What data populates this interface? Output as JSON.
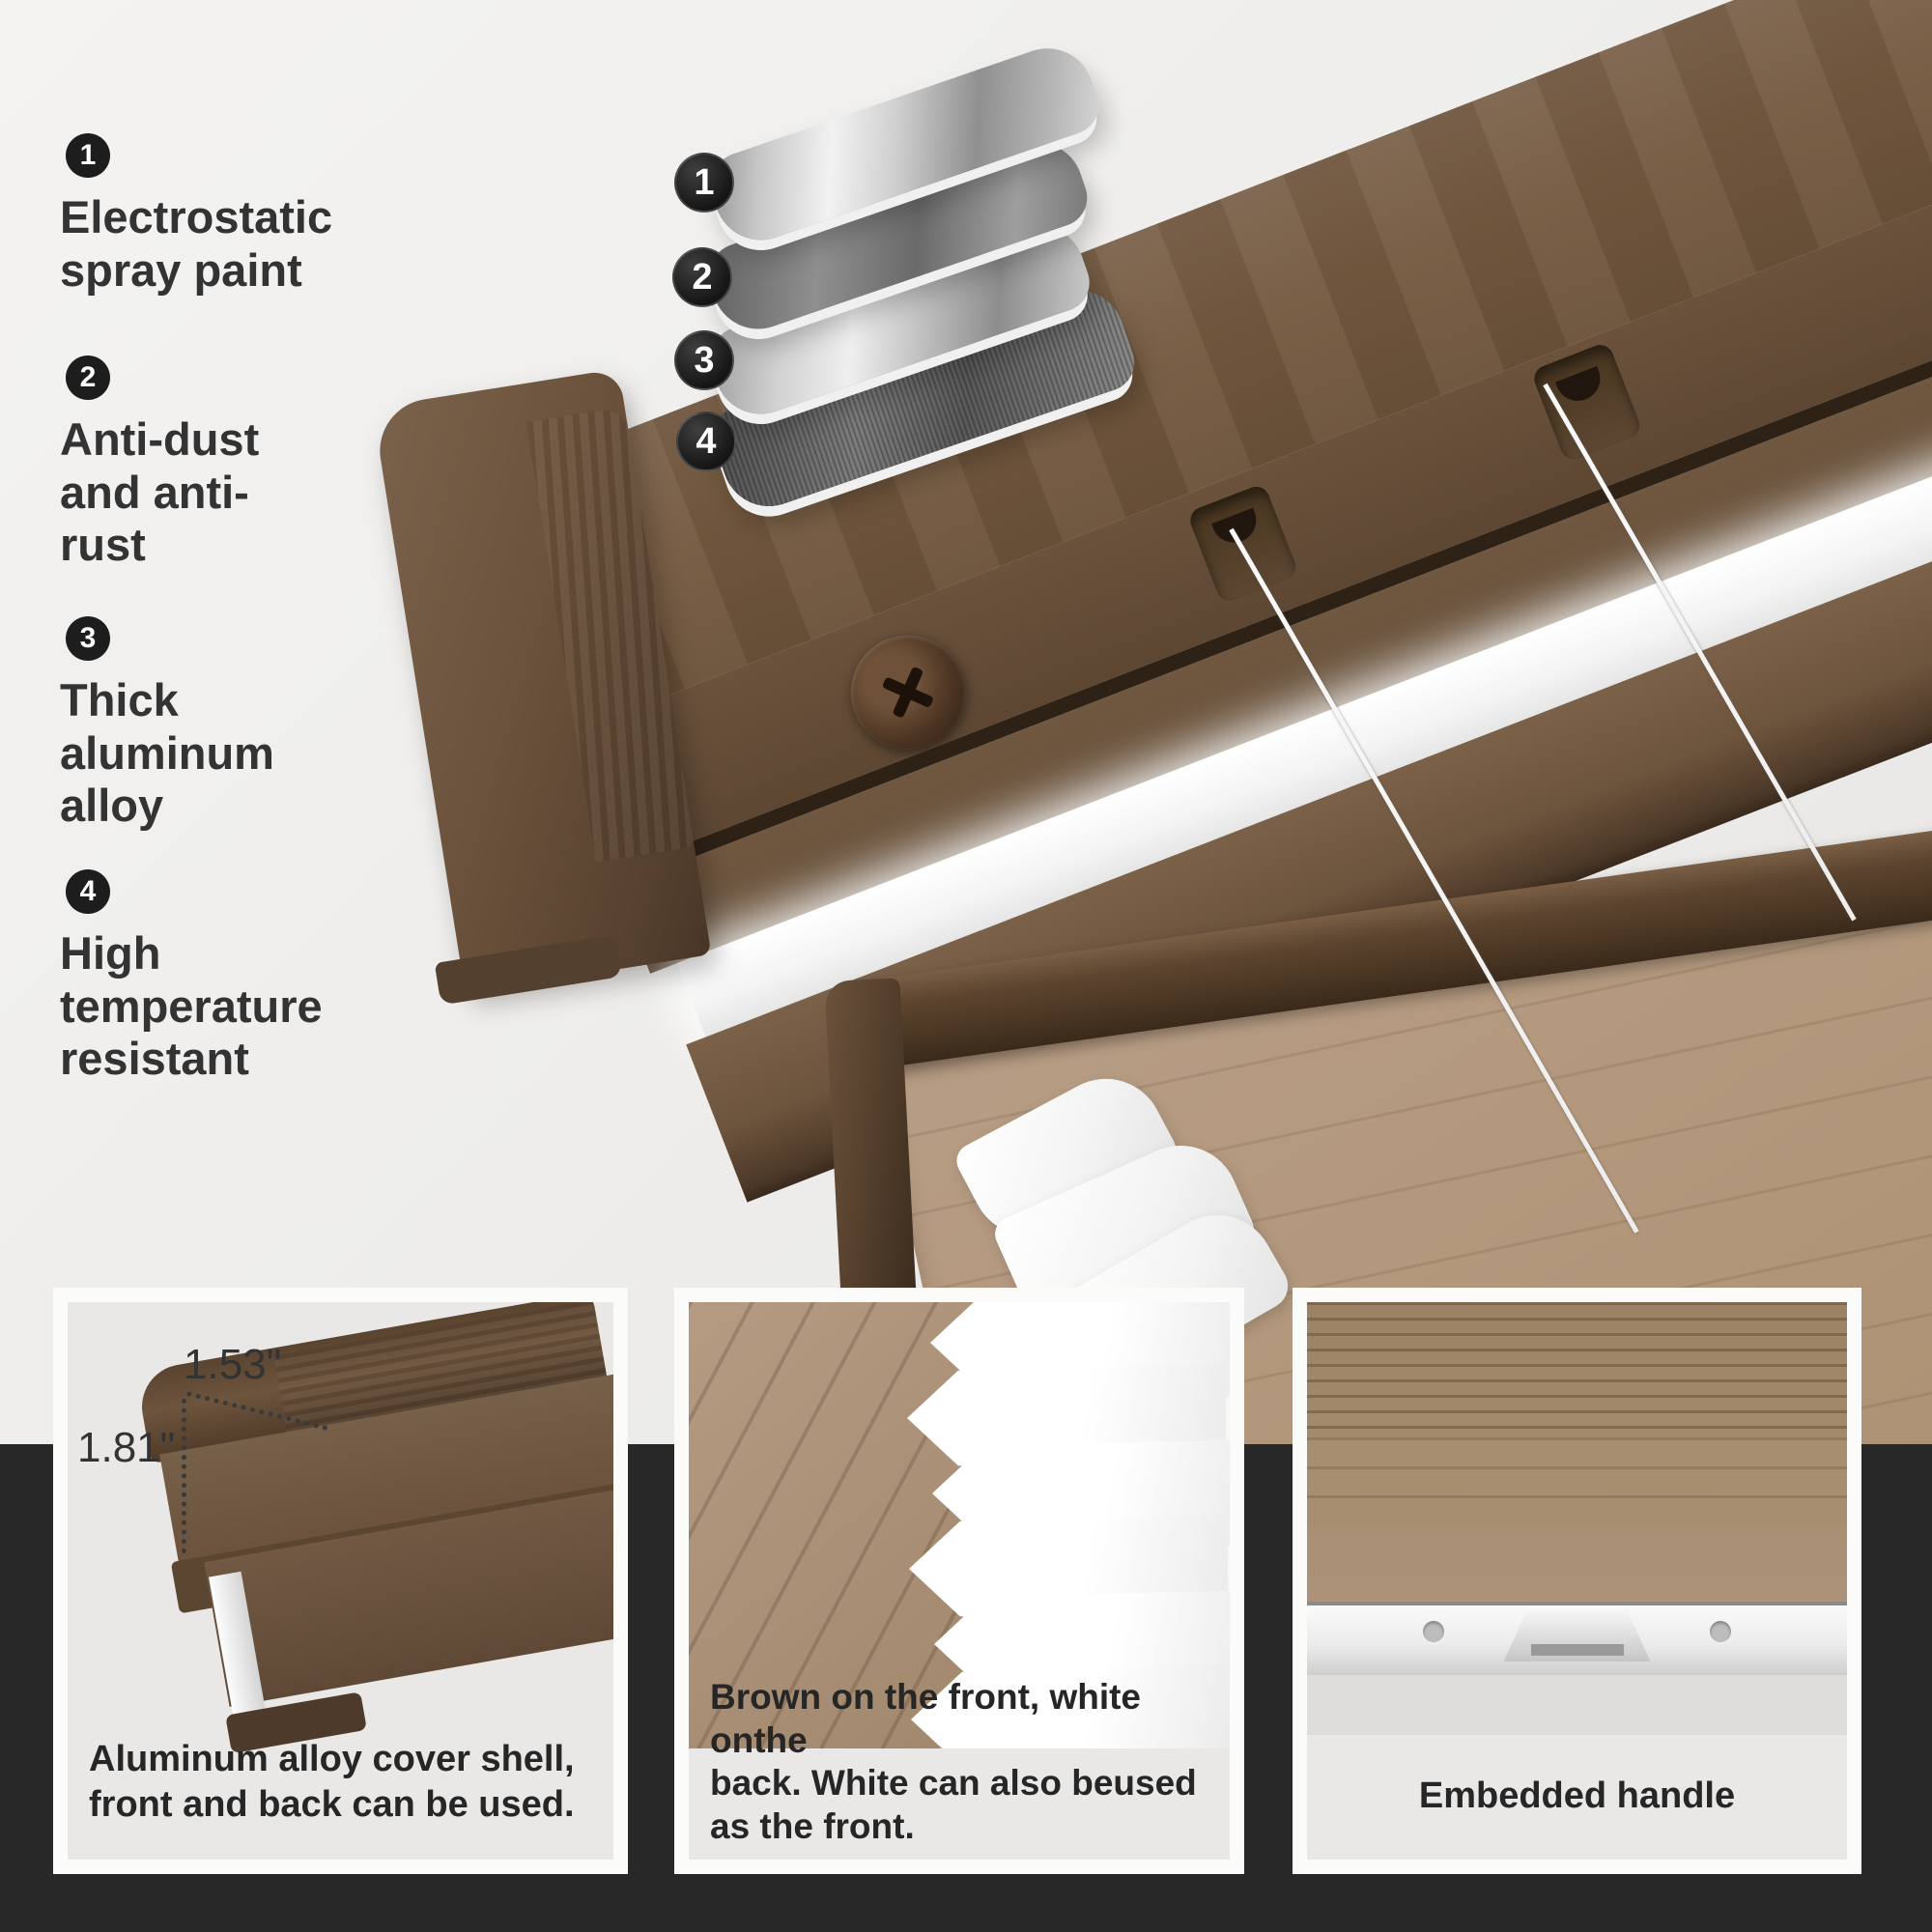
{
  "colors": {
    "background": "#efeeec",
    "dark_band": "#282828",
    "rail_brown": "#6d553f",
    "rail_brown_dark": "#4f3b2b",
    "fabric_tan": "#b29878",
    "panel_background": "#e9e8e6",
    "text": "#333333",
    "badge_background": "#1d1d1d",
    "cord_white": "#f4f4f4",
    "metal_light": "#e8e8e8",
    "metal_dark": "#6f6f6f"
  },
  "features": [
    {
      "num": "1",
      "label": "Electrostatic\nspray paint"
    },
    {
      "num": "2",
      "label": "Anti-dust\nand anti-\nrust"
    },
    {
      "num": "3",
      "label": "Thick\naluminum\nalloy"
    },
    {
      "num": "4",
      "label": "High\ntemperature\nresistant"
    }
  ],
  "layer_stack": {
    "badges": [
      "1",
      "2",
      "3",
      "4"
    ]
  },
  "panels": [
    {
      "id": "cover-shell",
      "dimensions": {
        "width": "1.53\"",
        "height": "1.81\""
      },
      "caption": "Aluminum alloy cover shell,\nfront and back can be used."
    },
    {
      "id": "two-tone-fabric",
      "caption": "Brown on the front, white onthe\nback. White can also beused\nas the front."
    },
    {
      "id": "embedded-handle",
      "caption": "Embedded handle"
    }
  ]
}
